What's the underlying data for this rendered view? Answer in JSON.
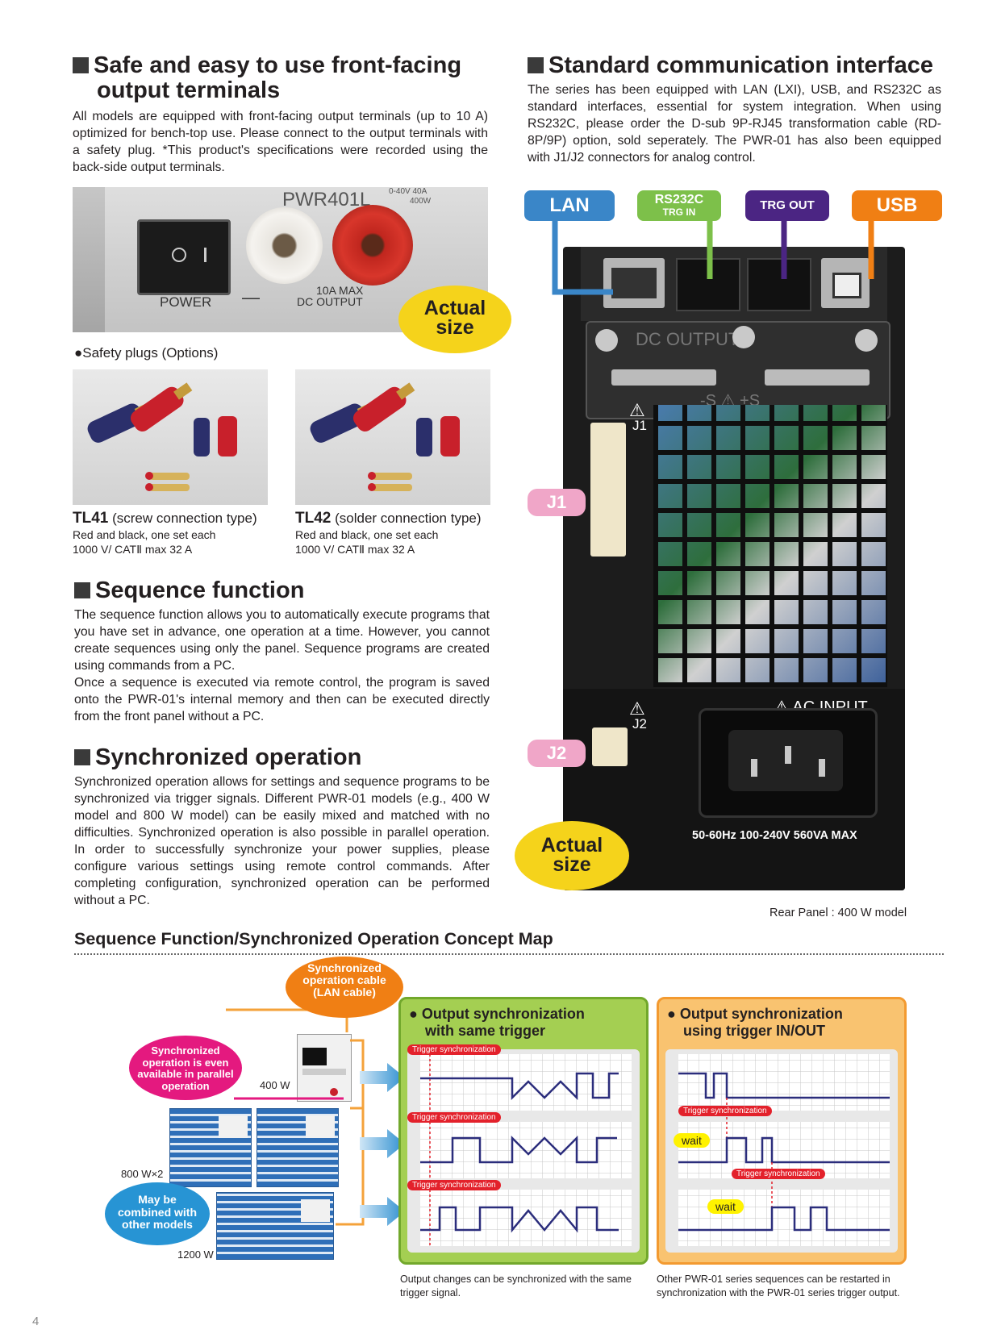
{
  "left": {
    "terminals": {
      "title_line1": "Safe and easy to use front-facing",
      "title_line2": "output terminals",
      "body": "All models are equipped with front-facing output terminals (up to 10 A) optimized for bench-top use. Please connect to the output terminals with a safety plug. *This product's specifications were recorded using the back-side output terminals.",
      "photo": {
        "model": "PWR401L",
        "rating1": "0-40V 40A",
        "rating2": "400W",
        "power": "POWER",
        "minus": "—",
        "max": "10A MAX",
        "dc_output": "DC OUTPUT",
        "actual1": "Actual",
        "actual2": "size"
      }
    },
    "plugs_heading": "●Safety plugs (Options)",
    "plugs": [
      {
        "code": "TL41",
        "type": "(screw connection type)",
        "line1": "Red and black, one set each",
        "line2": "1000 V/ CATⅡ max 32 A"
      },
      {
        "code": "TL42",
        "type": "(solder connection type)",
        "line1": "Red and black, one set each",
        "line2": "1000 V/ CATⅡ max 32 A"
      }
    ],
    "sequence": {
      "title": "Sequence function",
      "body1": "The sequence function allows you to automatically execute programs that you have set in advance, one operation at a time. However, you cannot create sequences using only the panel. Sequence programs are created using commands from a PC.",
      "body2": "Once a sequence is executed via remote control, the program is saved onto the PWR-01's internal memory and then can be executed directly from the front panel without a PC."
    },
    "sync": {
      "title": "Synchronized operation",
      "body": "Synchronized operation allows for settings and sequence programs to be synchronized via trigger signals. Different PWR-01 models (e.g., 400 W model and 800 W model) can be easily mixed and matched with no difficulties. Synchronized operation is also possible in parallel operation. In order to successfully synchronize your power supplies, please configure various settings using remote control commands. After completing configuration, synchronized operation can be performed without a PC."
    }
  },
  "right": {
    "title": "Standard communication interface",
    "body": "The series has been equipped with LAN (LXI), USB, and RS232C as standard interfaces, essential for system integration. When using RS232C, please order the D-sub 9P-RJ45 transformation cable (RD-8P/9P) option, sold seperately. The PWR-01 has also been equipped with J1/J2 connectors for analog control.",
    "tags": {
      "lan": "LAN",
      "rs232c": "RS232C",
      "trg_in": "TRG IN",
      "trg_out": "TRG OUT",
      "usb": "USB",
      "j1": "J1",
      "j2": "J2"
    },
    "panel": {
      "dc_output": "DC OUTPUT",
      "sense": "-S  ⚠  +S",
      "j1": "J1",
      "j2": "J2",
      "ac_input": "⚠ AC INPUT",
      "rating": "50-60Hz 100-240V 560VA MAX",
      "actual1": "Actual",
      "actual2": "size"
    },
    "caption": "Rear Panel : 400 W model"
  },
  "concept": {
    "title": "Sequence Function/Synchronized Operation Concept Map",
    "cable_bubble": "Synchronized operation cable (LAN cable)",
    "parallel_bubble": "Synchronized operation is even available in parallel operation",
    "combined_bubble": "May be combined with other models",
    "label_400": "400 W",
    "label_800": "800 W×2",
    "label_1200": "1200 W",
    "green": {
      "title_line1": "● Output synchronization",
      "title_line2": "with same trigger",
      "trigger": "Trigger synchronization",
      "caption": "Output changes can be synchronized with the same trigger signal."
    },
    "orange": {
      "title_line1": "● Output synchronization",
      "title_line2": "using trigger IN/OUT",
      "trigger": "Trigger synchronization",
      "wait": "wait",
      "caption": "Other PWR-01 series sequences can be restarted in synchronization with the PWR-01 series trigger output."
    }
  },
  "page_number": "4",
  "colors": {
    "lan": "#3a86c8",
    "rs232c": "#7dc04a",
    "trg_out": "#4b2583",
    "usb": "#f07f14",
    "pink": "#e4197f",
    "green_box": "#a4cf52",
    "orange_box": "#f7a23b",
    "yellow": "#f5d31b"
  }
}
